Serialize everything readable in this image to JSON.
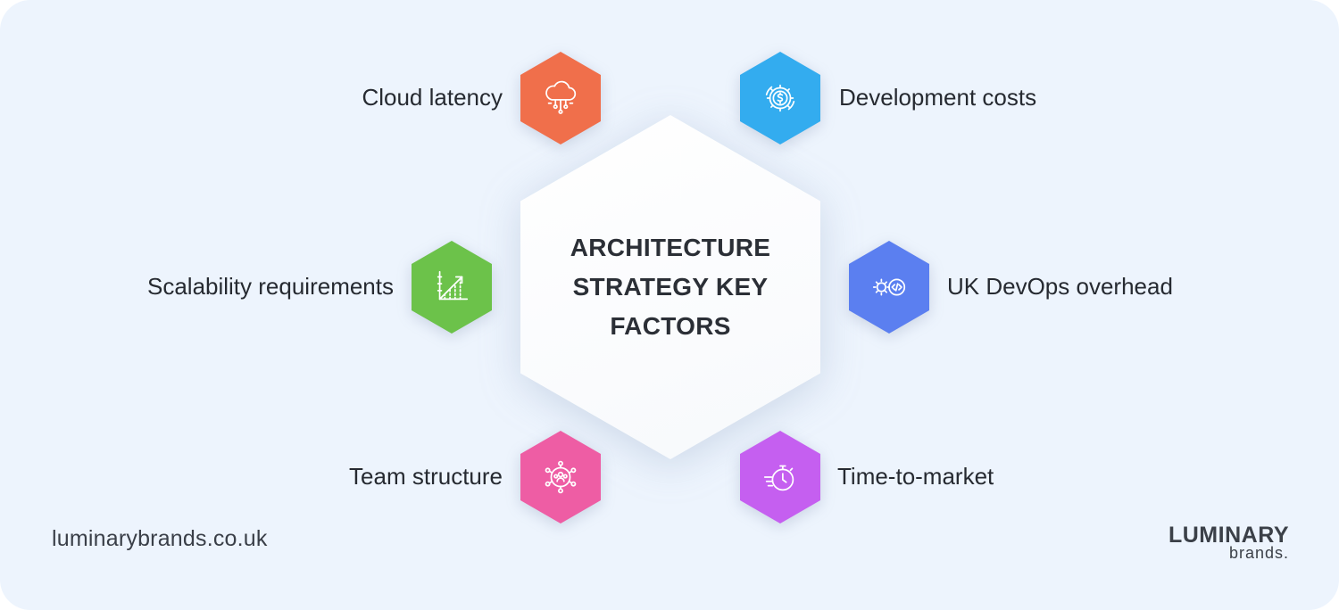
{
  "center": {
    "title": "ARCHITECTURE STRATEGY KEY FACTORS"
  },
  "factors": [
    {
      "label": "Cloud latency",
      "color": "#f06f4b",
      "icon": "cloud-network-icon"
    },
    {
      "label": "Development costs",
      "color": "#33acef",
      "icon": "gear-dollar-icon"
    },
    {
      "label": "Scalability requirements",
      "color": "#6cc24a",
      "icon": "growth-chart-icon"
    },
    {
      "label": "UK DevOps overhead",
      "color": "#5b7ff0",
      "icon": "devops-gear-code-icon"
    },
    {
      "label": "Team structure",
      "color": "#ee5da4",
      "icon": "team-network-icon"
    },
    {
      "label": "Time-to-market",
      "color": "#c55ff0",
      "icon": "stopwatch-icon"
    }
  ],
  "footer": {
    "website": "luminarybrands.co.uk",
    "logo_line1": "LUMINARY",
    "logo_line2": "brands."
  }
}
